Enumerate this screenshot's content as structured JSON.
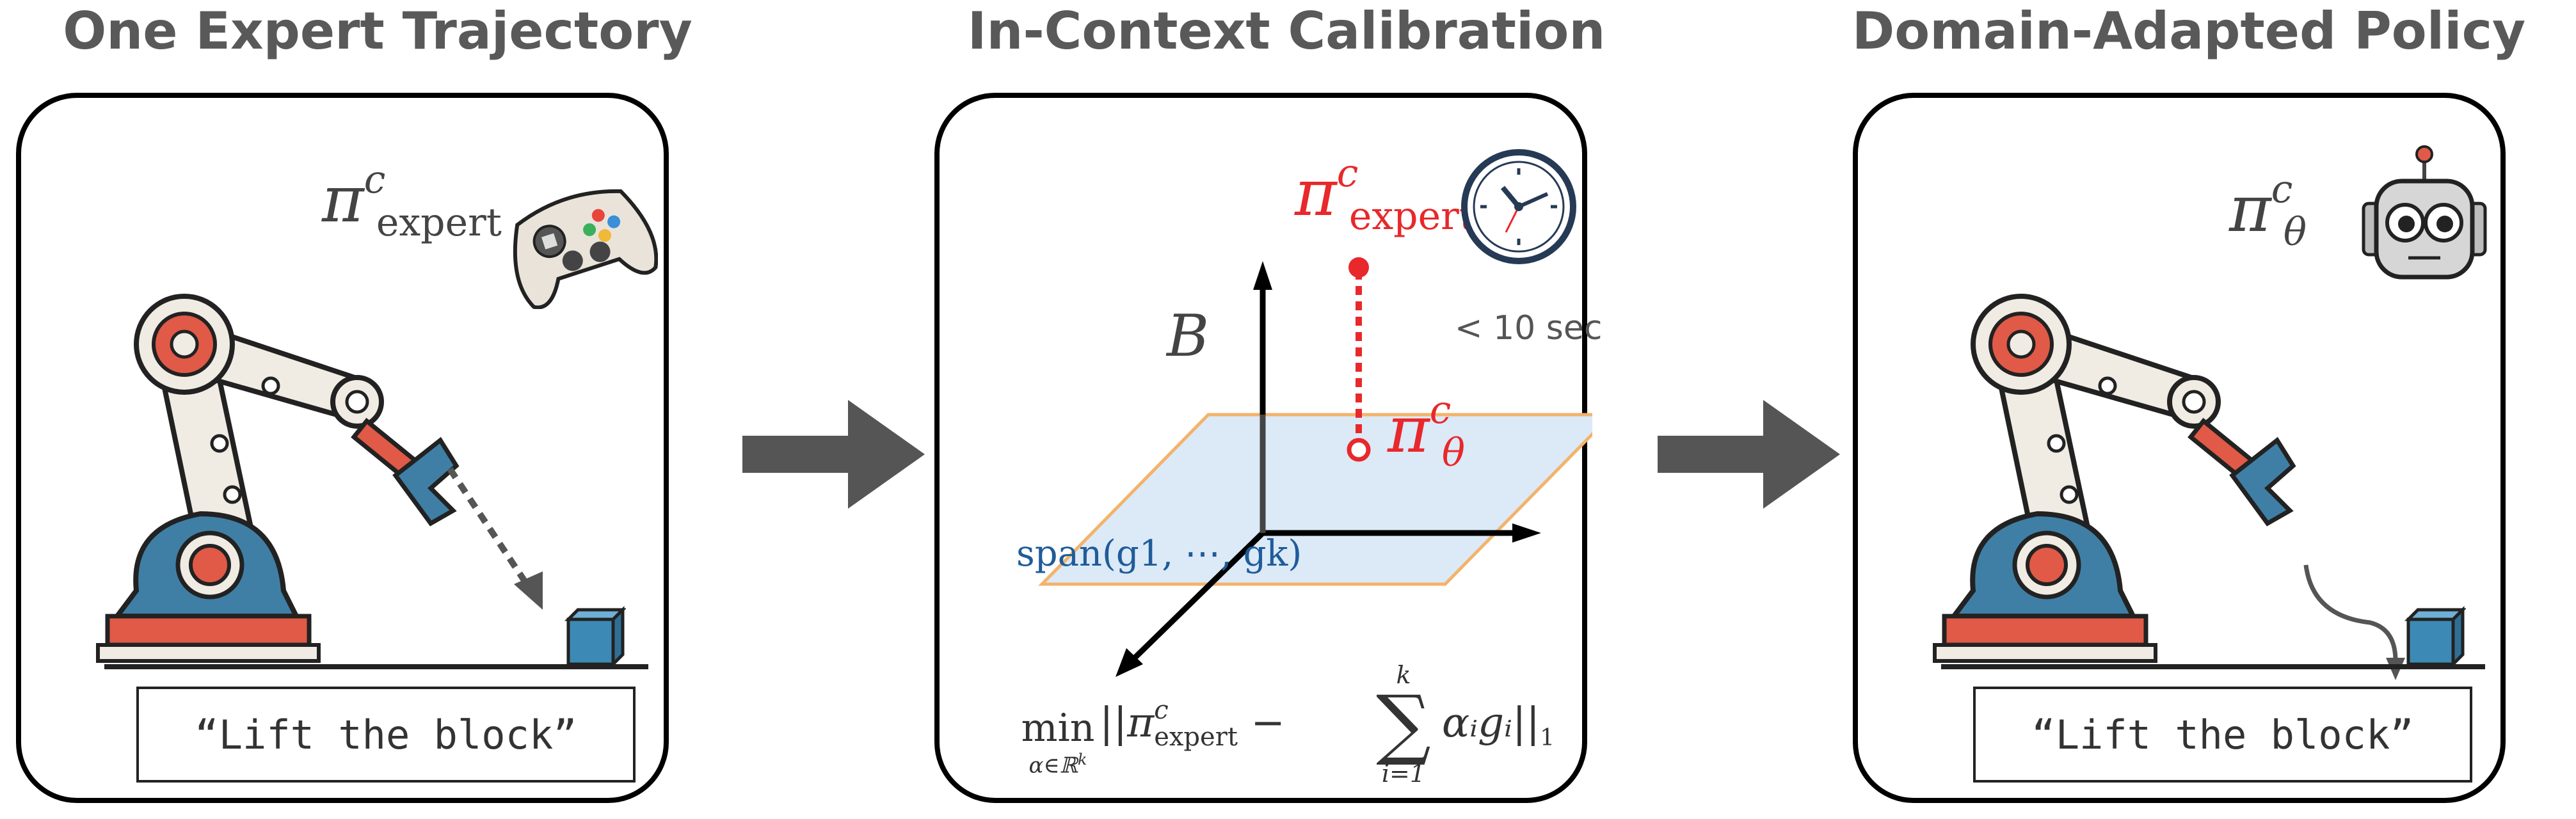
{
  "panels": [
    {
      "title": "One Expert Trajectory",
      "policy_symbol": "π",
      "policy_superscript": "c",
      "policy_subscript": "expert",
      "instruction": "“Lift the block”",
      "icons": [
        "robot-arm-icon",
        "gamepad-icon",
        "block-icon"
      ]
    },
    {
      "title": "In-Context Calibration",
      "expert_symbol": "π",
      "expert_superscript": "c",
      "expert_subscript": "expert",
      "theta_symbol": "π",
      "theta_superscript": "c",
      "theta_subscript": "θ",
      "basis_label": "B",
      "time_label": "< 10 sec",
      "span_label": "span(g1, ⋯, gk)",
      "formula": {
        "min": "min",
        "min_sub": "α∈ℝ",
        "min_sub_sup": "k",
        "norm_open": "||",
        "norm_close": "||",
        "norm_sub": "1",
        "sum_top": "k",
        "sum_bottom": "i=1",
        "term": "αᵢgᵢ",
        "minus": "−"
      },
      "colors": {
        "expert": "#e8282b",
        "span": "#1f5c99",
        "plane_fill": "#dce9f7",
        "plane_edge": "#f3b36b"
      },
      "icons": [
        "clock-icon"
      ]
    },
    {
      "title": "Domain-Adapted Policy",
      "policy_symbol": "π",
      "policy_superscript": "c",
      "policy_subscript": "θ",
      "instruction": "“Lift the block”",
      "icons": [
        "robot-arm-icon",
        "robot-head-icon",
        "block-icon"
      ]
    }
  ],
  "colors": {
    "title": "#595959",
    "arrow": "#555555",
    "robot_white": "#f0ebe3",
    "robot_red": "#e05a47",
    "robot_blue": "#3f7fa6",
    "block": "#3d89b5"
  }
}
